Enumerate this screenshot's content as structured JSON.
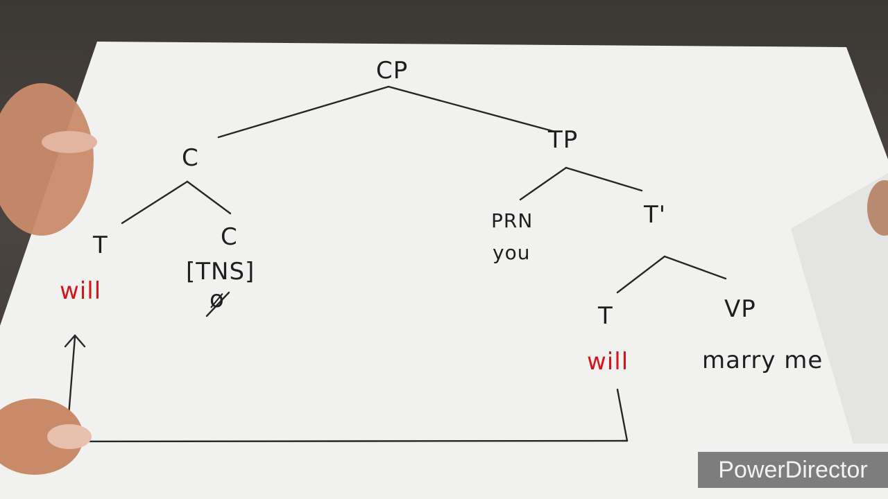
{
  "tree": {
    "cp": "CP",
    "c_top": "C",
    "tp": "TP",
    "t_left": "T",
    "will_left": "will",
    "c_left": "C",
    "tns": "[TNS]",
    "null_mark": "ø",
    "prn": "PRN",
    "you": "you",
    "t_bar": "T'",
    "t_right": "T",
    "will_right": "will",
    "vp": "VP",
    "marry_me": "marry me"
  },
  "colors": {
    "ink": "#1e1e1e",
    "red_ink": "#d6141c",
    "paper": "#f1f1ef"
  },
  "watermark": "PowerDirector"
}
